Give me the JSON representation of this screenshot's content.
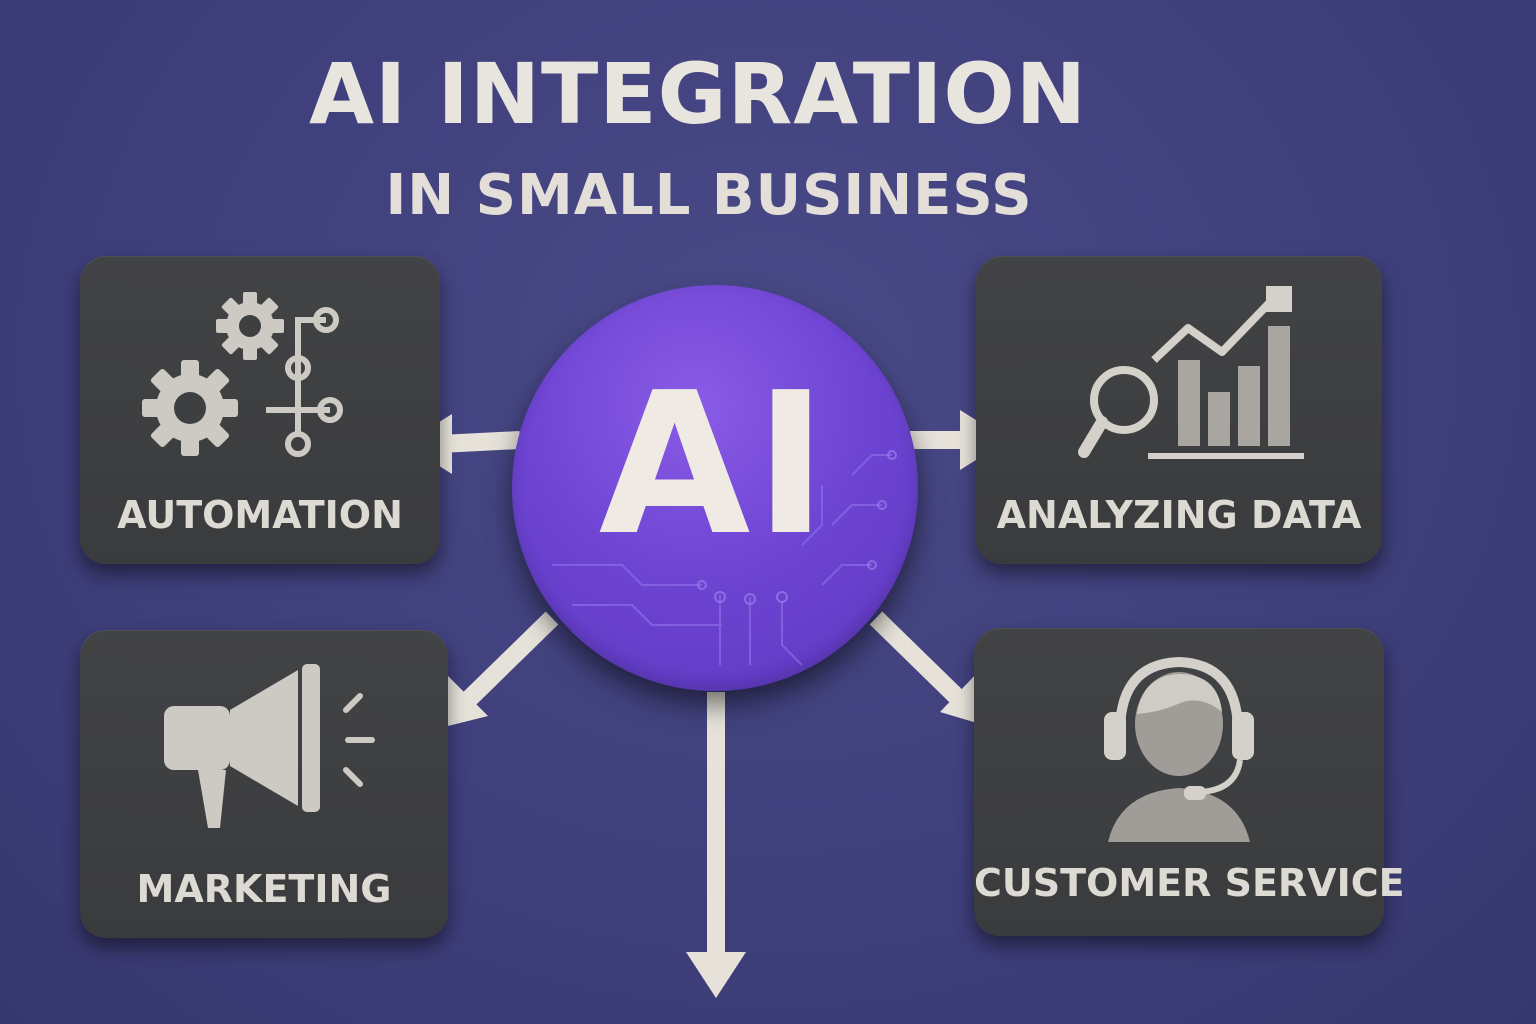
{
  "title": "AI INTEGRATION",
  "subtitle": "IN SMALL BUSINESS",
  "hub": {
    "label": "AI",
    "color": "#6f45d4"
  },
  "nodes": [
    {
      "id": "automation",
      "label": "AUTOMATION",
      "icon": "gears-network-icon"
    },
    {
      "id": "analyzing",
      "label": "ANALYZING DATA",
      "icon": "chart-magnifier-icon"
    },
    {
      "id": "marketing",
      "label": "MARKETING",
      "icon": "megaphone-icon"
    },
    {
      "id": "customer",
      "label": "CUSTOMER SERVICE",
      "icon": "headset-agent-icon"
    }
  ],
  "colors": {
    "background": "#3f3f7c",
    "card": "#3e3f41",
    "text": "#e8e4de",
    "arrow": "#e6e2da",
    "icon": "#c9c6c0"
  }
}
